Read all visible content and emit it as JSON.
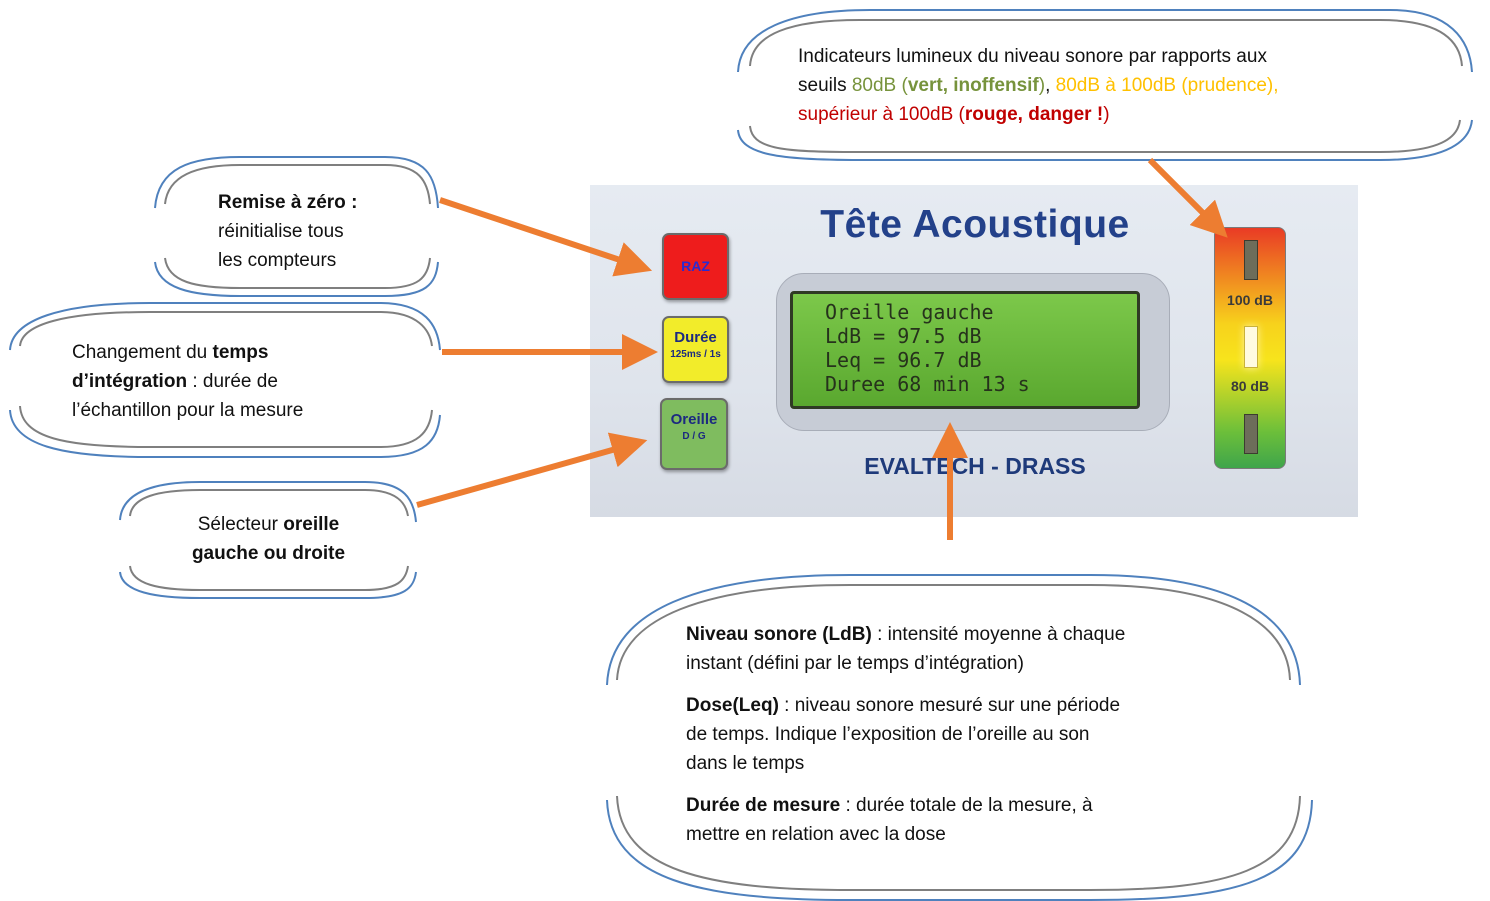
{
  "colors": {
    "arrow": "#ed7d31",
    "callout_outer": "#4f81bd",
    "callout_inner": "#7f7f7f",
    "green_text": "#77933c",
    "yellow_text": "#ffc000",
    "red_text": "#c00000"
  },
  "callouts": {
    "raz": {
      "title": "Remise à zéro :",
      "line1": "réinitialise tous",
      "line2": "les compteurs"
    },
    "duree": {
      "pre": "Changement du ",
      "bold1": "temps",
      "bold2": "d’intégration",
      "post": " : durée de",
      "line3": "l’échantillon pour la mesure"
    },
    "oreille": {
      "pre": "Sélecteur ",
      "bold1": "oreille",
      "bold2": "gauche ou droite"
    },
    "leds": {
      "line1": "Indicateurs lumineux du niveau sonore  par rapports aux",
      "seuils": "seuils ",
      "green_val": "80dB (",
      "green_bold": "vert, inoffensif",
      "green_end": ")",
      "sep": ", ",
      "yellow": "80dB à 100dB (prudence)",
      "comma": ",",
      "red_val": "supérieur à 100dB (",
      "red_bold": "rouge, danger !",
      "red_end": ")"
    },
    "lcd_info": {
      "p1_bold": "Niveau sonore (LdB)",
      "p1_rest": " : intensité moyenne à chaque",
      "p1_line2": "instant (défini par le temps d’intégration)",
      "p2_bold": "Dose(Leq)",
      "p2_rest": " : niveau sonore mesuré sur une période",
      "p2_line2": "de temps. Indique l’exposition de l’oreille au son",
      "p2_line3": "dans le temps",
      "p3_bold": "Durée de mesure",
      "p3_rest": " : durée totale de la mesure, à",
      "p3_line2": "mettre en relation avec la dose"
    }
  },
  "device": {
    "title": "Tête Acoustique",
    "brand": "EVALTECH - DRASS",
    "btn_raz": "RAZ",
    "btn_duree": "Durée",
    "btn_duree_sub": "125ms / 1s",
    "btn_oreille": "Oreille",
    "btn_oreille_sub": "D / G",
    "lcd": [
      "Oreille gauche",
      "LdB = 97.5 dB",
      "Leq = 96.7 dB",
      "Duree 68 min 13 s"
    ],
    "led_high": "100 dB",
    "led_low": "80 dB"
  }
}
